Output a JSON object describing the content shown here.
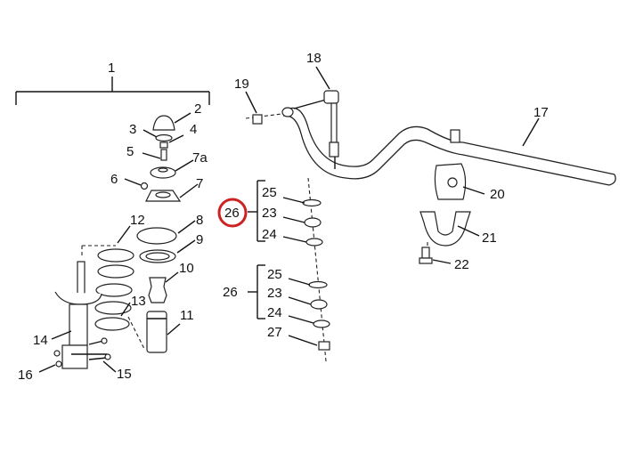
{
  "diagram": {
    "highlight_color": "#cc2222",
    "labels": {
      "l1": "1",
      "l2": "2",
      "l3": "3",
      "l4": "4",
      "l5": "5",
      "l6": "6",
      "l7a": "7a",
      "l7": "7",
      "l8": "8",
      "l9": "9",
      "l10": "10",
      "l11": "11",
      "l12": "12",
      "l13": "13",
      "l14": "14",
      "l15": "15",
      "l16": "16",
      "l17": "17",
      "l18": "18",
      "l19": "19",
      "l20": "20",
      "l21": "21",
      "l22": "22",
      "l25a": "25",
      "l23a": "23",
      "l24a": "24",
      "l26a": "26",
      "l25b": "25",
      "l23b": "23",
      "l24b": "24",
      "l26b": "26",
      "l27": "27"
    }
  }
}
